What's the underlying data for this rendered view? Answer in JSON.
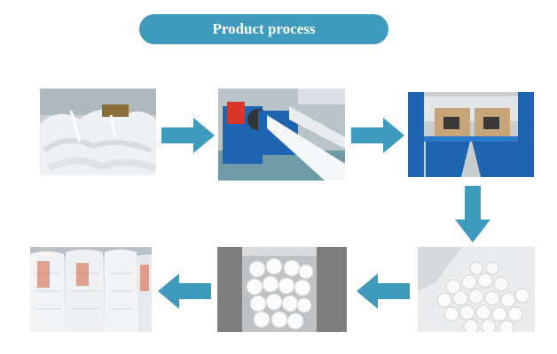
{
  "header": {
    "title": "Product process"
  },
  "photos": [
    {
      "name": "raw-fiber-bags-photo",
      "label": ""
    },
    {
      "name": "carding-machine-photo",
      "label": ""
    },
    {
      "name": "cutting-machine-photo",
      "label": ""
    },
    {
      "name": "fiber-balls-bulk-photo",
      "label": ""
    },
    {
      "name": "fiber-balls-bag-photo",
      "label": ""
    },
    {
      "name": "packed-sacks-photo",
      "label": ""
    }
  ],
  "colors": {
    "accent": "#3f9bbd",
    "arrow": "#3f9bbd",
    "machine_blue": "#1f64b0",
    "machine_red": "#d8342a"
  }
}
